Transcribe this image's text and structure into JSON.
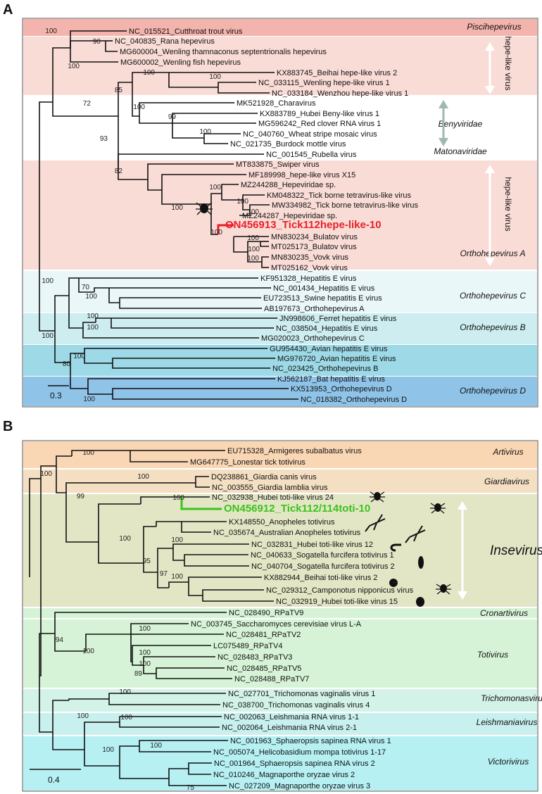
{
  "panels": [
    {
      "letter": "A",
      "scale_label": "0.3",
      "highlight_color": "#e8202a",
      "clades": [
        {
          "name": "Piscihepevirus",
          "color": "#f4b4ae"
        },
        {
          "name": "hepe-like virus",
          "color": "#fadcd6"
        },
        {
          "name": "Benyviridae",
          "color": "#ffffff"
        },
        {
          "name": "Matonaviridae",
          "color": "#ffffff"
        },
        {
          "name": "hepe-like virus",
          "color": "#fadcd6"
        },
        {
          "name": "Orthohepevirus A",
          "color": "#eaf7f9"
        },
        {
          "name": "Orthohepevirus C",
          "color": "#cdedf1"
        },
        {
          "name": "Orthohepevirus B",
          "color": "#9dd9e6"
        },
        {
          "name": "Orthohepevirus D",
          "color": "#8fc3e8"
        }
      ],
      "tips": [
        "NC_015521_Cutthroat trout virus",
        "NC_040835_Rana hepevirus",
        "MG600004_Wenling thamnaconus septentrionalis hepevirus",
        "MG600002_Wenling fish hepevirus",
        "KX883745_Beihai hepe-like virus 2",
        "NC_033115_Wenling hepe-like virus 1",
        "NC_033184_Wenzhou hepe-like virus 1",
        "MK521928_Charavirus",
        "KX883789_Hubei Beny-like virus 1",
        "MG596242_Red clover RNA virus 1",
        "NC_040760_Wheat stripe mosaic virus",
        "NC_021735_Burdock mottle virus",
        "NC_001545_Rubella virus",
        "MT833875_Swiper virus",
        "MF189998_hepe-like virus X15",
        "MZ244288_Hepeviridae sp.",
        "KM048322_Tick borne tetravirus-like virus",
        "MW334982_Tick borne tetravirus-like virus",
        "MZ244287_Hepeviridae sp.",
        "ON456913_Tick112hepe-like-10",
        "MN830234_Bulatov virus",
        "MT025173_Bulatov virus",
        "MN830235_Vovk virus",
        "MT025162_Vovk virus",
        "KF951328_Hepatitis E virus",
        "NC_001434_Hepatitis E virus",
        "EU723513_Swine hepatitis E virus",
        "AB197673_Orthohepevirus A",
        "JN998606_Ferret hepatitis E virus",
        "NC_038504_Hepatitis E virus",
        "MG020023_Orthohepevirus C",
        "GU954430_Avian hepatitis E virus",
        "MG976720_Avian hepatitis E virus",
        "NC_023425_Orthohepevirus B",
        "KJ562187_Bat hepatitis E virus",
        "KX513953_Orthohepevirus D",
        "NC_018382_Orthohepevirus D"
      ],
      "bootstraps": [
        "100",
        "90",
        "100",
        "100",
        "85",
        "72",
        "100",
        "99",
        "100",
        "93",
        "100",
        "82",
        "100",
        "100",
        "100",
        "100",
        "100",
        "100",
        "100",
        "100",
        "70",
        "100",
        "100",
        "100",
        "100",
        "100",
        "100",
        "80",
        "100"
      ]
    },
    {
      "letter": "B",
      "scale_label": "0.4",
      "highlight_color": "#3cc21c",
      "clades": [
        {
          "name": "Artivirus",
          "color": "#fad7b4"
        },
        {
          "name": "Giardiavirus",
          "color": "#f4dfc2"
        },
        {
          "name": "Insevirus",
          "color": "#e3e6c5"
        },
        {
          "name": "Cronartivirus",
          "color": "#d7f3d7"
        },
        {
          "name": "Totivirus",
          "color": "#d7f3d7"
        },
        {
          "name": "Trichomonasvirus",
          "color": "#d3f2e8"
        },
        {
          "name": "Leishmaniavirus",
          "color": "#c8f0ee"
        },
        {
          "name": "Victorivirus",
          "color": "#b6f0f3"
        }
      ],
      "tips": [
        "EU715328_Armigeres subalbatus virus",
        "MG647775_Lonestar tick totivirus",
        "DQ238861_Giardia canis virus",
        "NC_003555_Giardia lamblia virus",
        "NC_032938_Hubei toti-like virus 24",
        "ON456912_Tick112/114toti-10",
        "KX148550_Anopheles totivirus",
        "NC_035674_Australian Anopheles totivirus",
        "NC_032831_Hubei toti-like virus 12",
        "NC_040633_Sogatella furcifera totivirus 1",
        "NC_040704_Sogatella furcifera totivirus 2",
        "KX882944_Beihai toti-like virus 2",
        "NC_029312_Camponotus nipponicus virus",
        "NC_032919_Hubei toti-like virus 15",
        "NC_028490_RPaTV9",
        "NC_003745_Saccharomyces cerevisiae virus L-A",
        "NC_028481_RPaTV2",
        "LC075489_RPaTV4",
        "NC_028483_RPaTV3",
        "NC_028485_RPaTV5",
        "NC_028488_RPaTV7",
        "NC_027701_Trichomonas vaginalis virus 1",
        "NC_038700_Trichomonas vaginalis virus 4",
        "NC_002063_Leishmania RNA virus 1-1",
        "NC_002064_Leishmania RNA virus 2-1",
        "NC_001963_Sphaeropsis sapinea RNA virus 1",
        "NC_005074_Helicobasidium mompa totivirus 1-17",
        "NC_001964_Sphaeropsis sapinea RNA virus 2",
        "NC_010246_Magnaporthe oryzae virus 2",
        "NC_027209_Magnaporthe oryzae virus 3"
      ],
      "bootstraps": [
        "100",
        "100",
        "100",
        "99",
        "100",
        "100",
        "95",
        "97",
        "100",
        "100",
        "94",
        "100",
        "100",
        "100",
        "100",
        "89",
        "100",
        "100",
        "100",
        "100",
        "100",
        "75"
      ]
    }
  ]
}
